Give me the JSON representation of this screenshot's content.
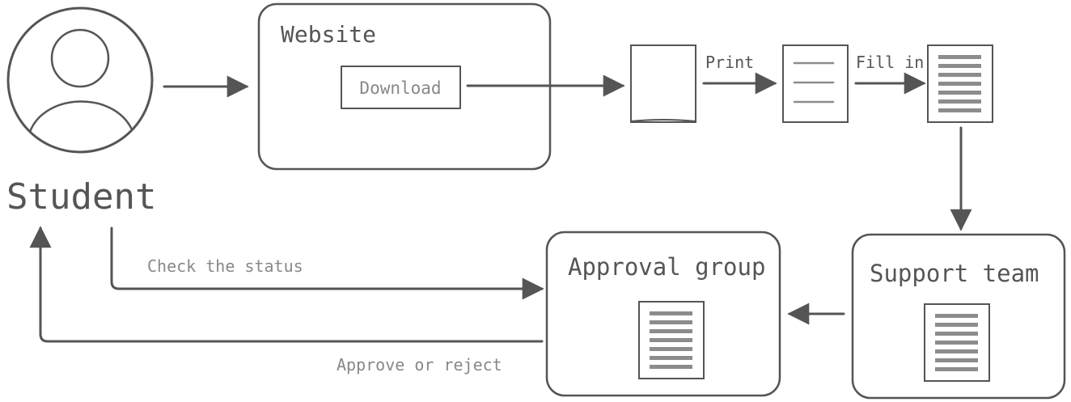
{
  "nodes": {
    "student": {
      "label": "Student"
    },
    "website": {
      "label": "Website",
      "button": "Download"
    },
    "approval": {
      "label": "Approval group"
    },
    "support": {
      "label": "Support team"
    }
  },
  "edges": {
    "print": "Print",
    "fill_in": "Fill in",
    "check_status": "Check the status",
    "approve_reject": "Approve or reject"
  }
}
